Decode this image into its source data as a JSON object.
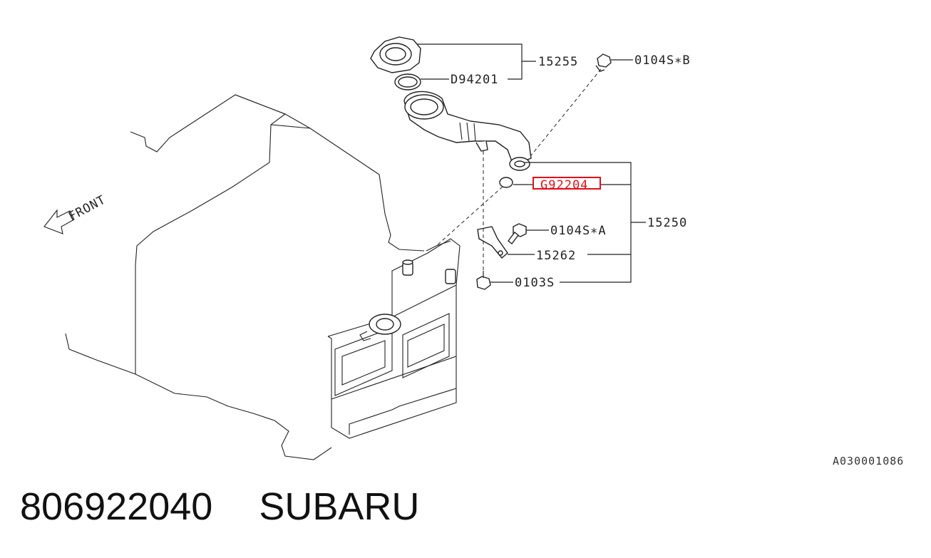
{
  "diagram": {
    "labels": {
      "p15255": "15255",
      "d94201": "D94201",
      "bolt_b": "0104S∗B",
      "g92204": "G92204",
      "p15250": "15250",
      "bolt_a": "0104S∗A",
      "p15262": "15262",
      "p0103s": "0103S",
      "front": "FRONT",
      "ref_code": "A030001086"
    },
    "highlight_color": "#e0101a"
  },
  "footer": {
    "part_number": "806922040",
    "brand": "SUBARU"
  }
}
